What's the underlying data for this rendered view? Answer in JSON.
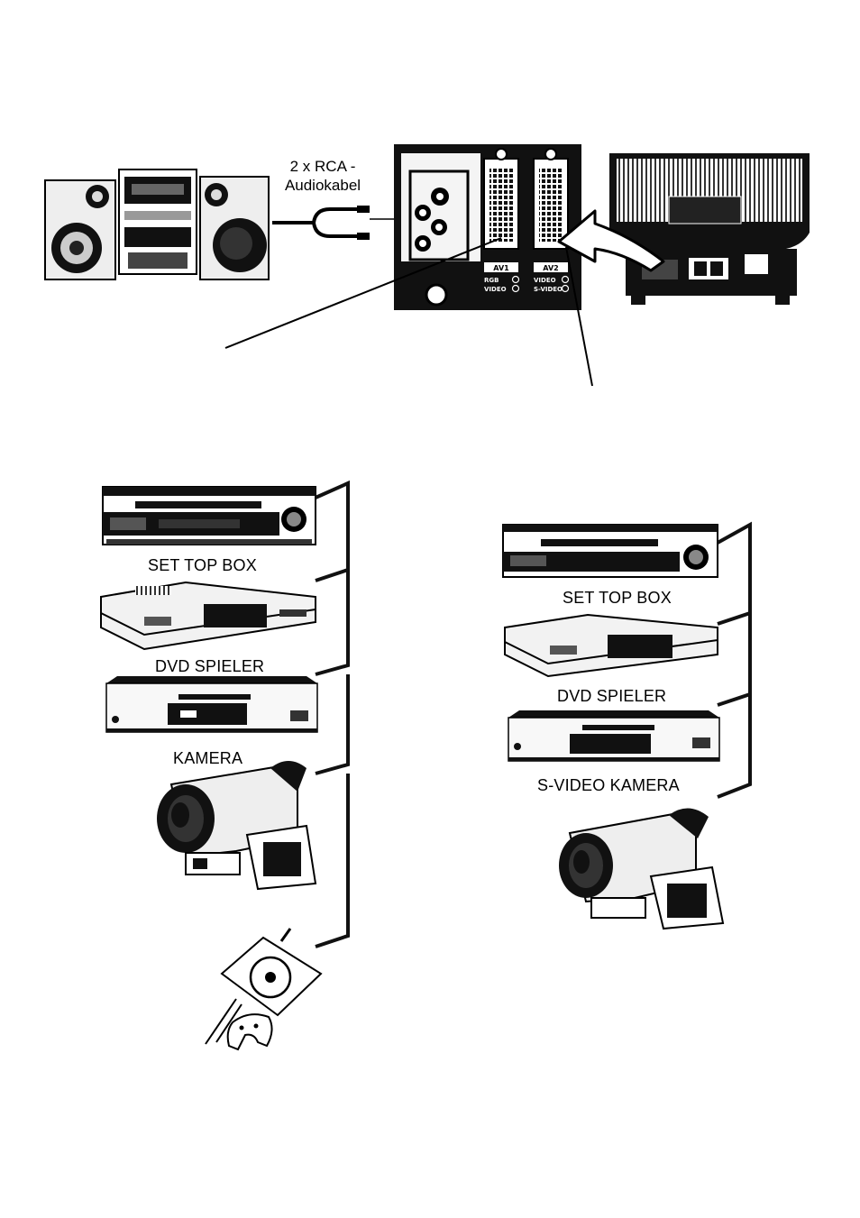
{
  "cable_label": {
    "line1": "2 x RCA -",
    "line2": "Audiokabel"
  },
  "tv_panel": {
    "av1": {
      "name": "AV1",
      "sub1": "RGB",
      "sub2": "VIDEO"
    },
    "av2": {
      "name": "AV2",
      "sub1": "VIDEO",
      "sub2": "S-VIDEO"
    }
  },
  "left_group": {
    "devices": [
      "SET TOP BOX",
      "DVD SPIELER",
      "KAMERA"
    ]
  },
  "right_group": {
    "devices": [
      "SET TOP BOX",
      "DVD SPIELER",
      "S-VIDEO KAMERA"
    ]
  },
  "icons": [
    "stereo-system-icon",
    "tv-connection-panel-icon",
    "tv-rear-icon",
    "vcr-icon",
    "set-top-box-icon",
    "dvd-player-icon",
    "camcorder-icon",
    "game-console-icon"
  ]
}
